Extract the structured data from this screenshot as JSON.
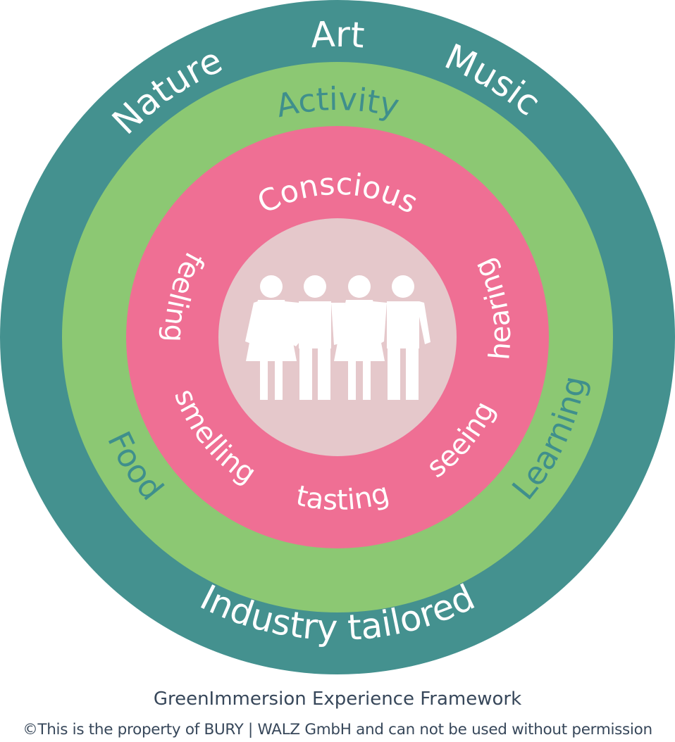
{
  "colors": {
    "outer_ring": "#44918f",
    "middle_ring": "#8cc873",
    "inner_ring": "#ef6f94",
    "core": "#e5c8cb",
    "white_text": "#ffffff",
    "green_text": "#3f8f8c",
    "footer_text": "#37475a"
  },
  "outer_ring": {
    "top_labels": [
      "Nature",
      "Art",
      "Music"
    ],
    "bottom_label": "Industry tailored"
  },
  "middle_ring": {
    "top_label": "Activity",
    "left_label": "Food",
    "right_label": "Learning"
  },
  "inner_ring": {
    "top_label": "Conscious",
    "senses": [
      "feeling",
      "smelling",
      "tasting",
      "seeing",
      "hearing"
    ]
  },
  "core": {
    "icon": "group-of-people-icon"
  },
  "footer": {
    "title": "GreenImmersion Experience Framework",
    "note": "©This is the property of BURY | WALZ GmbH and can not be used without permission"
  }
}
